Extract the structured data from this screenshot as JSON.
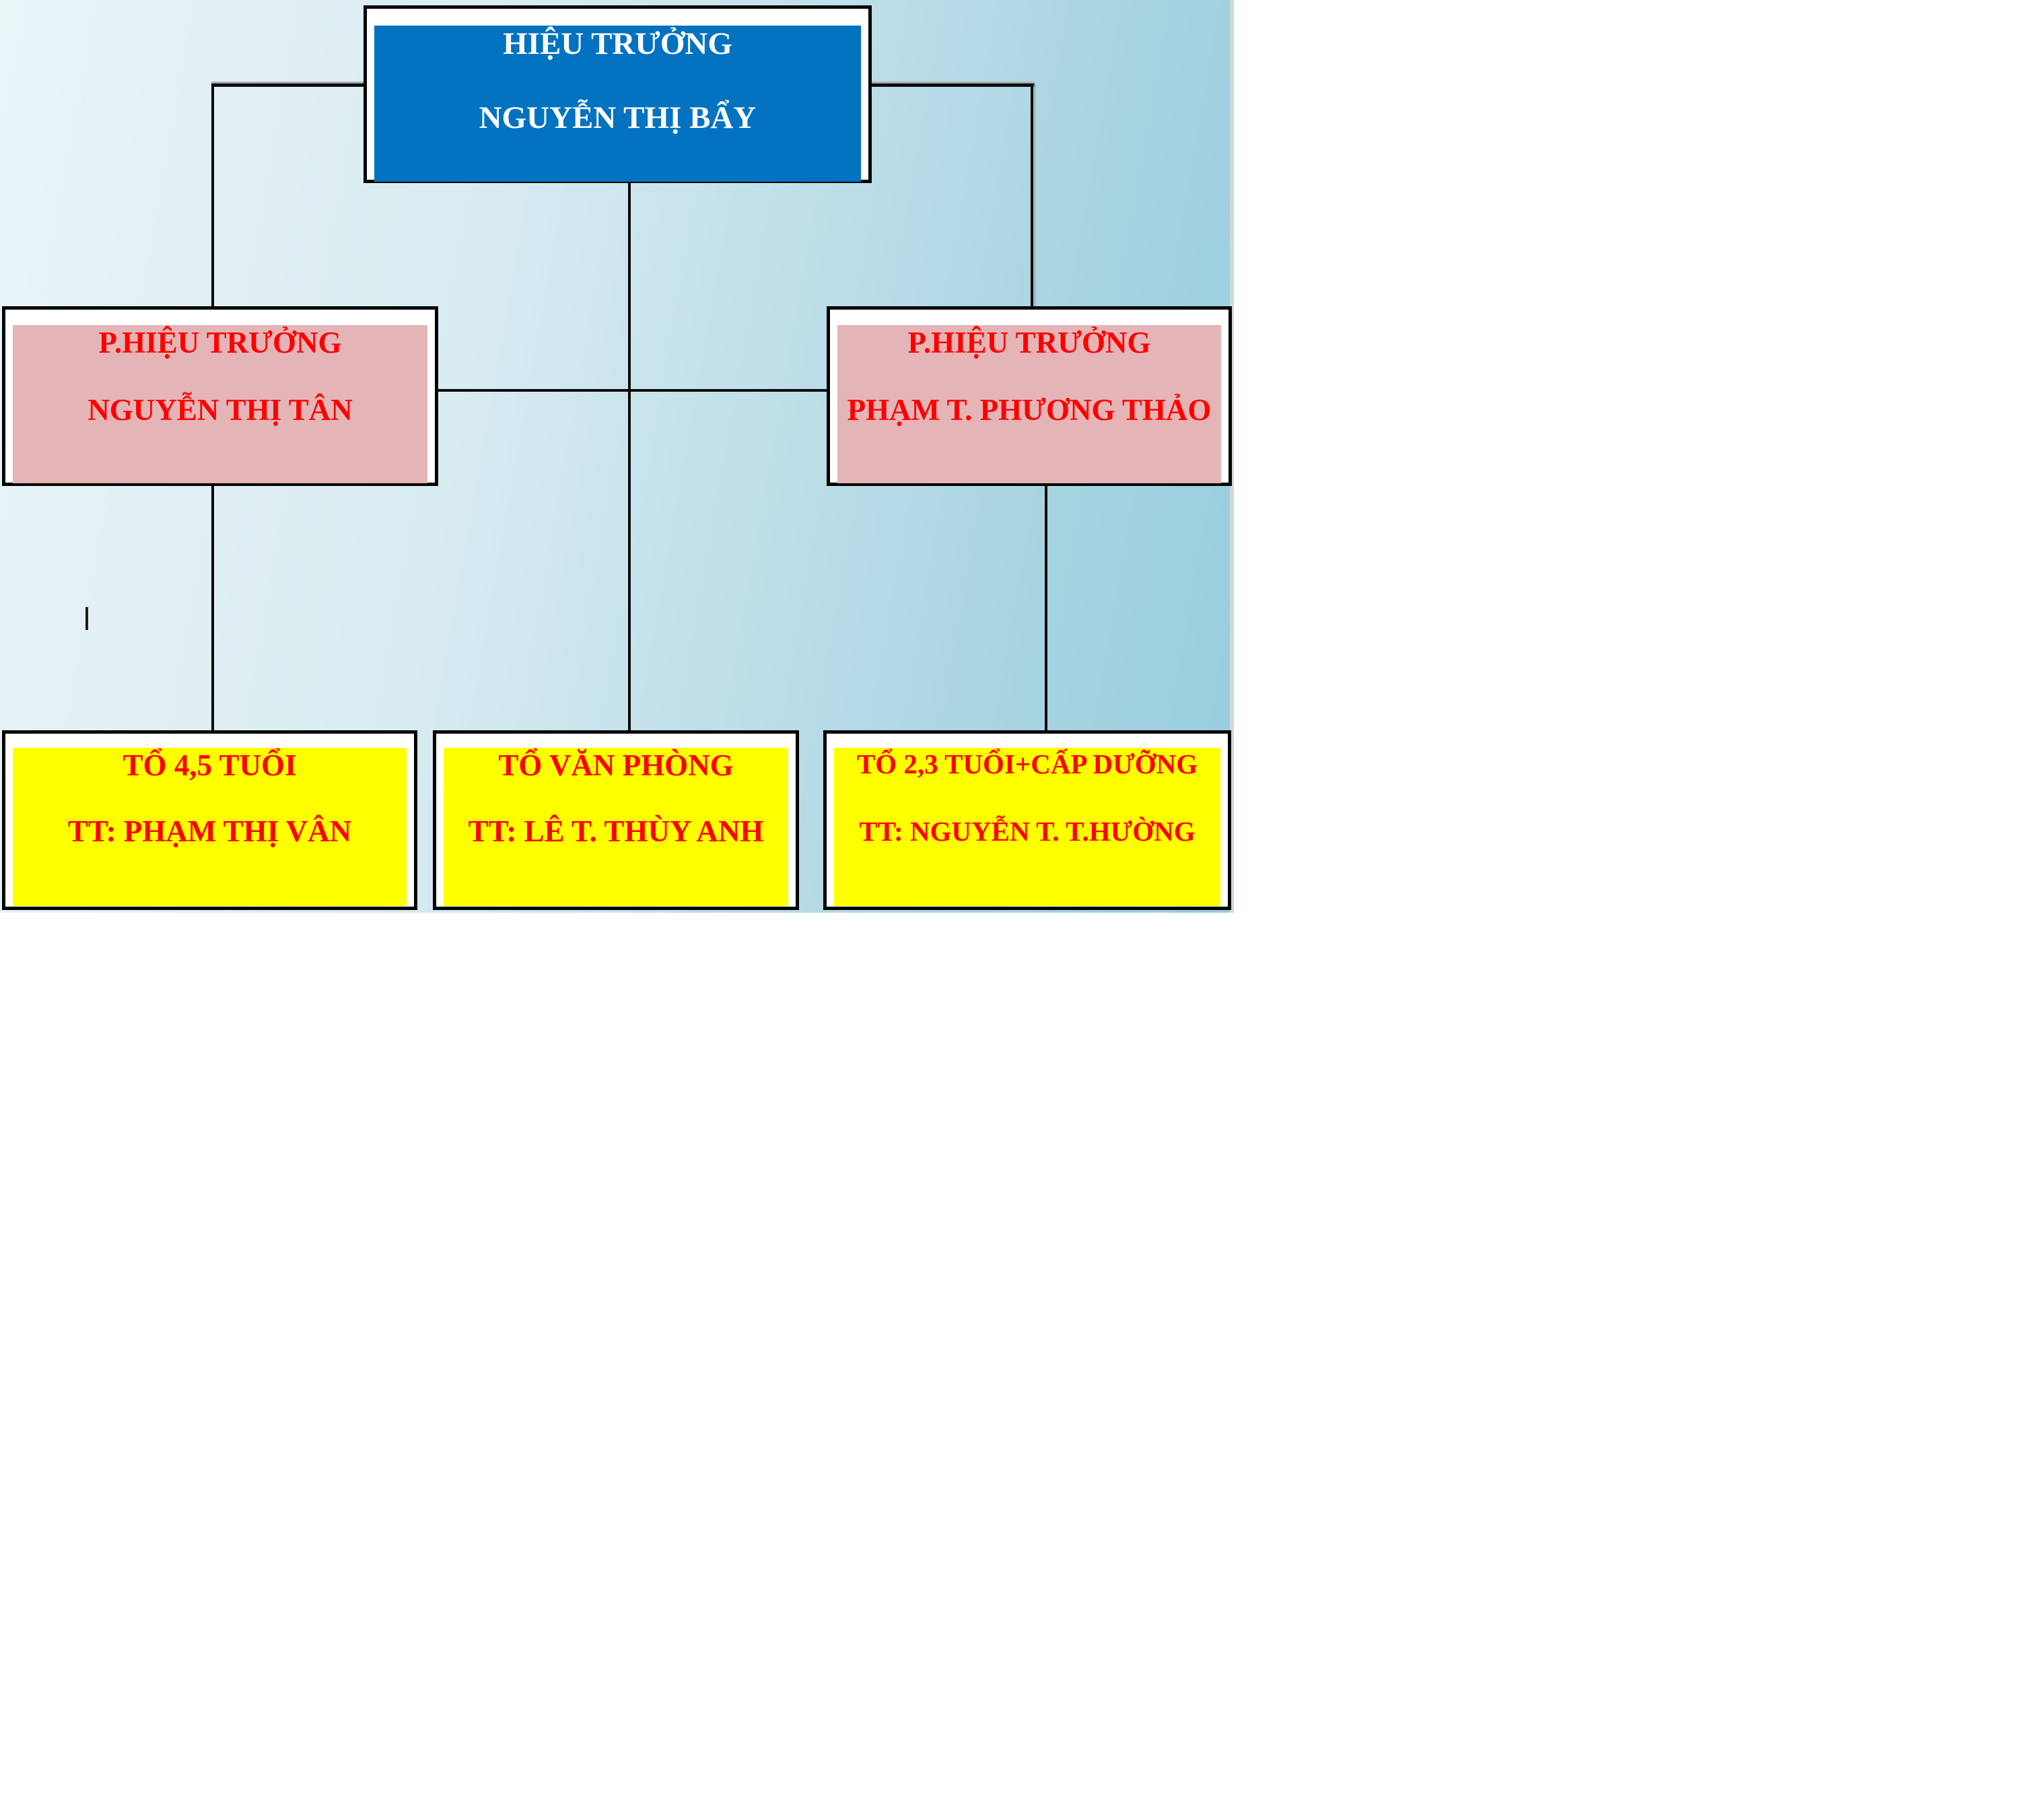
{
  "document": {
    "page_background": "#ffffff",
    "panel_gradient_from": "#eaf5f8",
    "panel_gradient_to": "#97cddd",
    "connector_color": "#000000"
  },
  "org_chart": {
    "principal": {
      "title": "HIỆU TRƯỞNG",
      "name": "NGUYỄN THỊ BẨY",
      "fill": "#0372c0",
      "text_color": "#ffffff"
    },
    "vice_principals": [
      {
        "title": "P.HIỆU TRƯỞNG",
        "name": "NGUYỄN THỊ TÂN",
        "fill": "#e4b4b6",
        "text_color": "#ff0000"
      },
      {
        "title": "P.HIỆU TRƯỞNG",
        "name": "PHẠM T. PHƯƠNG THẢO",
        "fill": "#e4b4b6",
        "text_color": "#ff0000"
      }
    ],
    "teams": [
      {
        "title": "TỔ 4,5 TUỔI",
        "name": "TT: PHẠM THỊ VÂN",
        "fill": "#ffff00",
        "text_color": "#ff0000"
      },
      {
        "title": "TỔ VĂN PHÒNG",
        "name": "TT: LÊ T. THÙY ANH",
        "fill": "#ffff00",
        "text_color": "#ff0000"
      },
      {
        "title": "TỔ 2,3 TUỔI+CẤP DƯỠNG",
        "name": "TT: NGUYỄN T. T.HƯỜNG",
        "fill": "#ffff00",
        "text_color": "#ff0000"
      }
    ]
  }
}
